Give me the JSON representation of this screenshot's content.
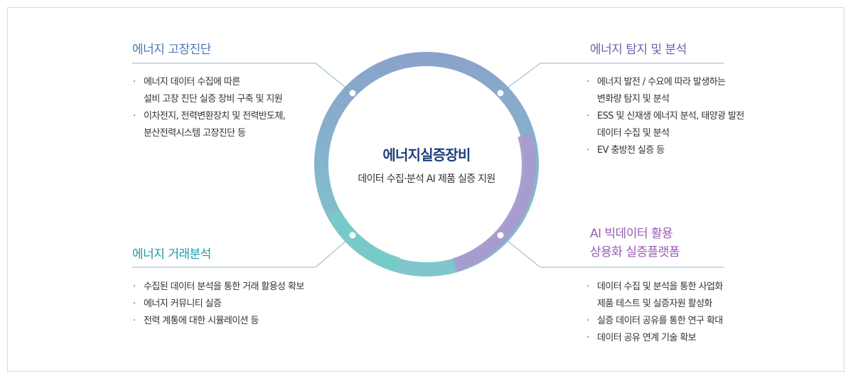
{
  "center": {
    "title": "에너지실증장비",
    "subtitle": "데이터 수집·분석 AI 제품 실증 지원"
  },
  "sections": {
    "top_left": {
      "title": "에너지 고장진단",
      "items": [
        "에너지 데이터 수집에 따른",
        "이차전지, 전력변환장치 및 전력반도체,"
      ],
      "continuations": [
        "설비 고장 진단 실증 장비 구축 및 지원",
        "분산전력시스템 고장진단 등"
      ]
    },
    "top_right": {
      "title": "에너지 탐지 및 분석",
      "items": [
        "에너지 발전 / 수요에 따라 발생하는",
        "ESS 및 신재생 에너지 분석, 태양광 발전",
        "EV 충방전 실증 등"
      ],
      "continuations": [
        "변화량 탐지 및 분석",
        "데이터 수집 및 분석"
      ]
    },
    "bottom_left": {
      "title": "에너지 거래분석",
      "items": [
        "수집된 데이터 분석을 통한 거래 활용성 확보",
        "에너지 커뮤니티 실증",
        "전력 계통에 대한 시뮬레이션 등"
      ]
    },
    "bottom_right": {
      "title_line1": "AI 빅데이터 활용",
      "title_line2": "상용화 실증플랫폼",
      "items": [
        "데이터 수집 및 분석을 통한 사업화",
        "실증 데이터 공유를 통한 연구 확대",
        "데이터 공유 연계 기술 확보"
      ],
      "continuations": [
        "제품 테스트 및 실증자원 활성화"
      ]
    }
  },
  "colors": {
    "ring_top": "#7f9bc8",
    "ring_right": "#a99ad0",
    "ring_left": "#6ccbc6",
    "title_blue": "#4a78b4",
    "title_purple": "#6f62a8",
    "title_teal": "#1e9aa6",
    "title_violet": "#9a5ab4",
    "center_title": "#20407a"
  }
}
